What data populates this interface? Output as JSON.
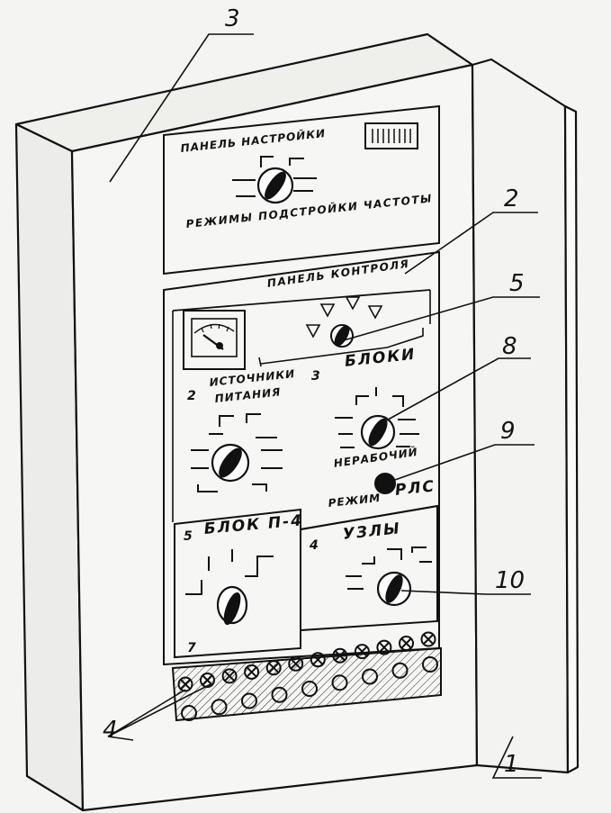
{
  "callouts": {
    "c1": "1",
    "c2": "2",
    "c3": "3",
    "c4": "4",
    "c5": "5",
    "c8": "8",
    "c9": "9",
    "c10": "10"
  },
  "tuning_panel": {
    "title": "ПАНЕЛЬ НАСТРОЙКИ",
    "caption": "РЕЖИМЫ ПОДСТРОЙКИ ЧАСТОТЫ"
  },
  "control_panel": {
    "title": "ПАНЕЛЬ КОНТРОЛЯ",
    "power": {
      "badge": "2",
      "line1": "ИСТОЧНИКИ",
      "line2": "ПИТАНИЯ"
    },
    "blocks": {
      "badge": "3",
      "title": "БЛОКИ",
      "caption": "НЕРАБОЧИЙ"
    },
    "mode": {
      "label": "РЕЖИМ",
      "value": "РЛС"
    },
    "block_p4": {
      "badge": "5",
      "title": "БЛОК П-4",
      "bottom_badge": "7"
    },
    "nodes": {
      "badge": "4",
      "title": "УЗЛЫ"
    }
  },
  "terminals": {
    "crossed_count": 12,
    "open_count": 9
  }
}
